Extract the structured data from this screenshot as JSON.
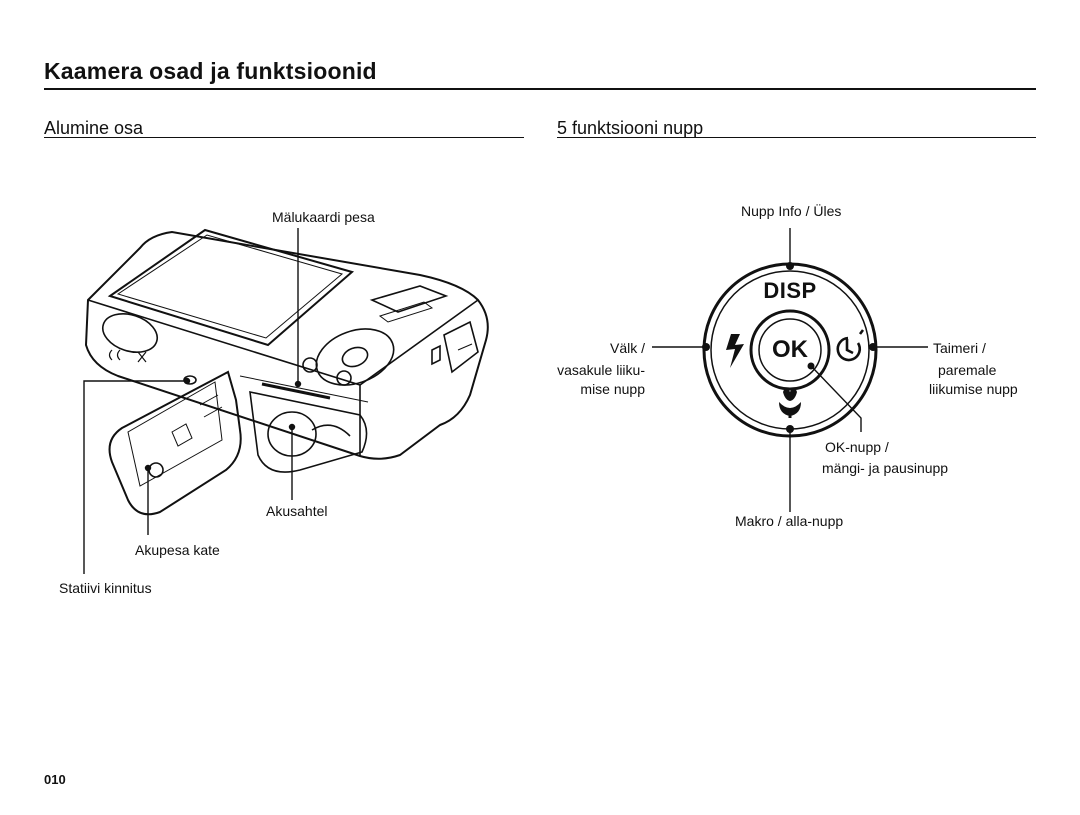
{
  "page": {
    "title": "Kaamera osad ja funktsioonid",
    "number": "010"
  },
  "left_section": {
    "heading": "Alumine osa",
    "labels": {
      "memory_card_slot": "Mälukaardi pesa",
      "battery_compartment": "Akusahtel",
      "battery_cover": "Akupesa kate",
      "tripod_mount": "Statiivi kinnitus"
    }
  },
  "right_section": {
    "heading": "5 funktsiooni nupp",
    "button_text": {
      "disp": "DISP",
      "ok": "OK"
    },
    "labels": {
      "info_up": "Nupp Info / Üles",
      "flash_left_1": "Välk /",
      "flash_left_2": "vasakule liiku-",
      "flash_left_3": "mise nupp",
      "timer_right_1": "Taimeri /",
      "timer_right_2": "paremale",
      "timer_right_3": "liikumise nupp",
      "ok_play_1": "OK-nupp /",
      "ok_play_2": "mängi- ja pausinupp",
      "macro_down": "Makro / alla-nupp"
    }
  },
  "icons": [
    "camera-bottom-illustration",
    "flash-icon",
    "timer-icon",
    "macro-icon"
  ]
}
